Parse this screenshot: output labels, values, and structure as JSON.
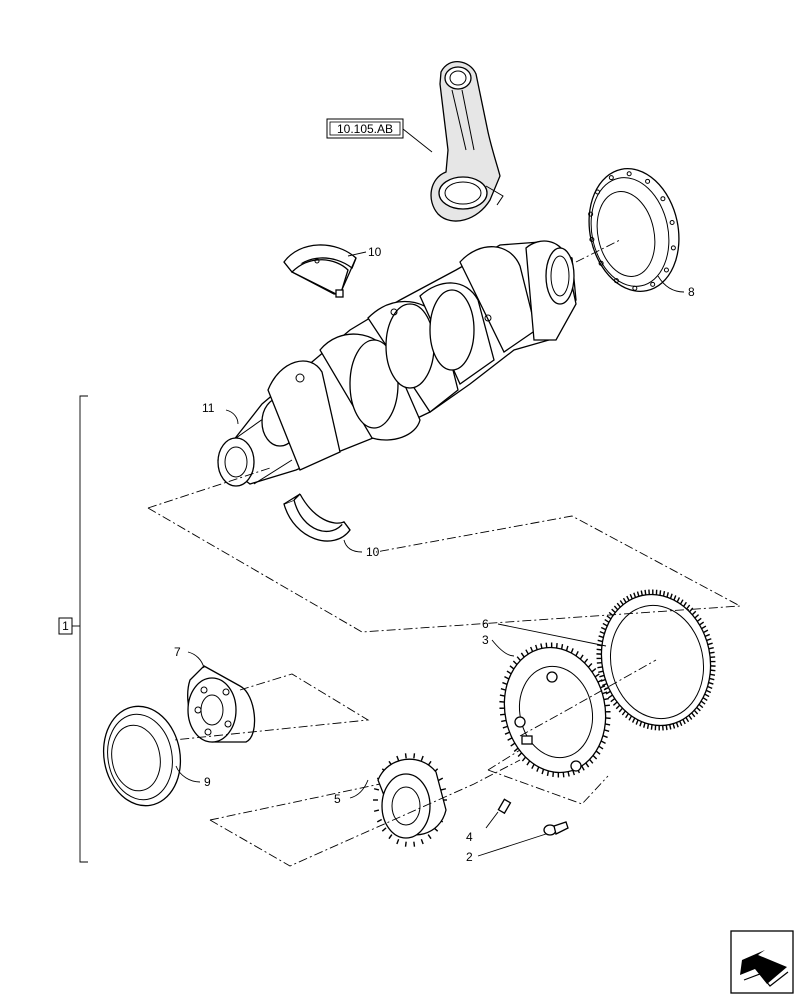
{
  "reference_box": {
    "label": "10.105.AB"
  },
  "group_label": "1",
  "callouts": [
    {
      "id": "10-upper",
      "text": "10"
    },
    {
      "id": "8",
      "text": "8"
    },
    {
      "id": "11",
      "text": "11"
    },
    {
      "id": "10-lower",
      "text": "10"
    },
    {
      "id": "6",
      "text": "6"
    },
    {
      "id": "3",
      "text": "3"
    },
    {
      "id": "7",
      "text": "7"
    },
    {
      "id": "9",
      "text": "9"
    },
    {
      "id": "5",
      "text": "5"
    },
    {
      "id": "4",
      "text": "4"
    },
    {
      "id": "2",
      "text": "2"
    }
  ],
  "nav_icon": "next-page-arrow-icon"
}
